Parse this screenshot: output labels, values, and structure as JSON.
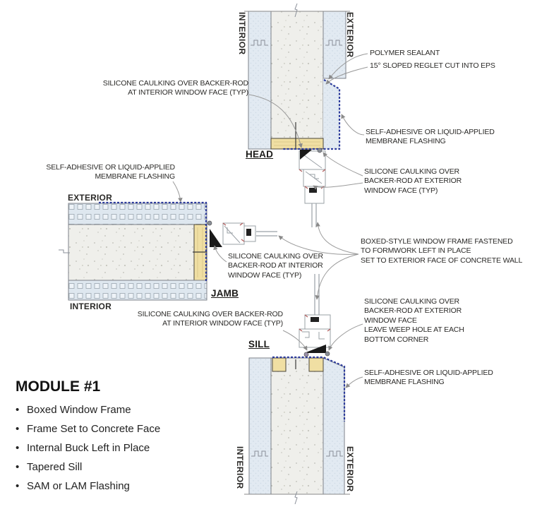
{
  "colors": {
    "membrane_blue": "#2b3a9b",
    "eps_fill": "#e2eaf2",
    "concrete_fill": "#efefeb",
    "wood_fill": "#f0dfa3",
    "leader_gray": "#9a9a9a",
    "caulk_black": "#1a1a1a",
    "frame_red_accent": "#b5605f",
    "text": "#2b2a28"
  },
  "labels": {
    "interior": "INTERIOR",
    "exterior": "EXTERIOR"
  },
  "details": {
    "head": "HEAD",
    "jamb": "JAMB",
    "sill": "SILL"
  },
  "annotations": {
    "polymer_sealant": "POLYMER SEALANT",
    "sloped_reglet": "15° SLOPED REGLET CUT INTO EPS",
    "head_interior_caulk": "SILICONE CAULKING OVER BACKER-ROD\nAT INTERIOR WINDOW FACE (TYP)",
    "head_membrane": "SELF-ADHESIVE OR LIQUID-APPLIED\nMEMBRANE FLASHING",
    "head_exterior_caulk": "SILICONE CAULKING OVER\nBACKER-ROD AT EXTERIOR\nWINDOW FACE (TYP)",
    "jamb_membrane": "SELF-ADHESIVE OR LIQUID-APPLIED\nMEMBRANE FLASHING",
    "jamb_interior_caulk": "SILICONE CAULKING OVER\nBACKER-ROD AT INTERIOR\nWINDOW FACE (TYP)",
    "boxed_frame": "BOXED-STYLE WINDOW FRAME FASTENED\nTO FORMWORK LEFT IN PLACE\nSET TO EXTERIOR FACE OF CONCRETE WALL",
    "sill_interior_caulk": "SILICONE CAULKING OVER BACKER-ROD\nAT INTERIOR WINDOW FACE (TYP)",
    "sill_exterior_caulk": "SILICONE CAULKING OVER\nBACKER-ROD AT EXTERIOR\nWINDOW FACE\nLEAVE WEEP HOLE AT EACH\nBOTTOM CORNER",
    "sill_membrane": "SELF-ADHESIVE OR LIQUID-APPLIED\nMEMBRANE FLASHING"
  },
  "module": {
    "title": "MODULE #1",
    "bullet_char": "•",
    "bullets": [
      "Boxed Window Frame",
      "Frame Set to Concrete Face",
      "Internal Buck Left in Place",
      "Tapered Sill",
      "SAM or LAM Flashing"
    ]
  }
}
